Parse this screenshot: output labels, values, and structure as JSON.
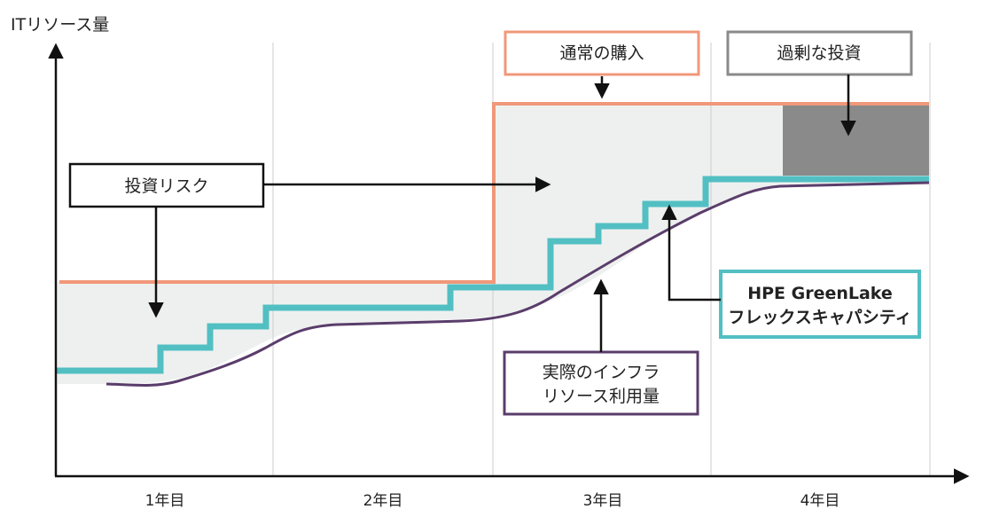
{
  "y_axis_label": "ITリソース量",
  "x_axis_labels": [
    "1年目",
    "2年目",
    "3年目",
    "4年目"
  ],
  "callouts": {
    "normal_purchase": "通常の購入",
    "over_investment": "過剰な投資",
    "investment_risk": "投資リスク",
    "greenlake_line1": "HPE GreenLake",
    "greenlake_line2": "フレックスキャパシティ",
    "actual_usage_line1": "実際のインフラ",
    "actual_usage_line2": "リソース利用量"
  },
  "colors": {
    "purchase_line": "#f0987a",
    "greenlake_line": "#52bfc3",
    "usage_line": "#5a3d6b",
    "risk_fill": "#eef0ef",
    "over_fill": "#8a8a8a",
    "axis": "#111111",
    "grid": "#cccccc"
  }
}
